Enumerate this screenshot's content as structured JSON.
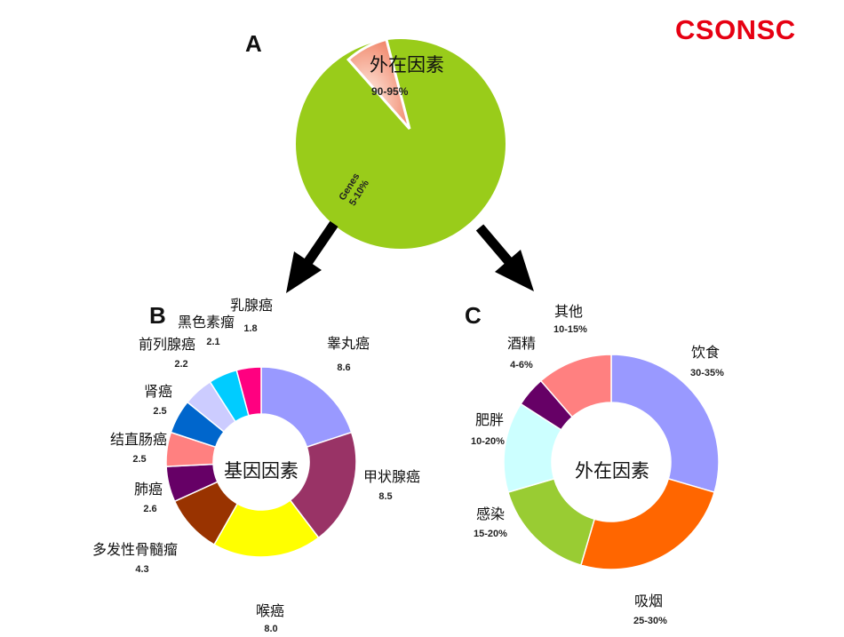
{
  "brand": "CSONSC",
  "colors": {
    "brand": "#e60012"
  },
  "chart_data": [
    {
      "panel": "A",
      "type": "pie",
      "slices": [
        {
          "label": "外在因素",
          "value_label": "90-95%",
          "value": 92.5,
          "color": "#99cc1a"
        },
        {
          "label": "Genes",
          "value_label": "5-10%",
          "value": 7.5,
          "color": "#f07c58"
        }
      ]
    },
    {
      "panel": "B",
      "type": "pie",
      "center_label": "基因因素",
      "slices": [
        {
          "label": "睾丸癌",
          "value": 8.6,
          "value_label": "8.6",
          "color": "#9999ff"
        },
        {
          "label": "甲状腺癌",
          "value": 8.5,
          "value_label": "8.5",
          "color": "#993366"
        },
        {
          "label": "喉癌",
          "value": 8.0,
          "value_label": "8.0",
          "color": "#ffff00"
        },
        {
          "label": "多发性骨髓瘤",
          "value": 4.3,
          "value_label": "4.3",
          "color": "#993300"
        },
        {
          "label": "肺癌",
          "value": 2.6,
          "value_label": "2.6",
          "color": "#660066"
        },
        {
          "label": "结直肠癌",
          "value": 2.5,
          "value_label": "2.5",
          "color": "#ff8080"
        },
        {
          "label": "肾癌",
          "value": 2.5,
          "value_label": "2.5",
          "color": "#0066cc"
        },
        {
          "label": "前列腺癌",
          "value": 2.2,
          "value_label": "2.2",
          "color": "#ccccff"
        },
        {
          "label": "黑色素瘤",
          "value": 2.1,
          "value_label": "2.1",
          "color": "#00ccff"
        },
        {
          "label": "乳腺癌",
          "value": 1.8,
          "value_label": "1.8",
          "color": "#ff0080"
        }
      ]
    },
    {
      "panel": "C",
      "type": "pie",
      "center_label": "外在因素",
      "slices": [
        {
          "label": "饮食",
          "value_label": "30-35%",
          "value": 32.5,
          "color": "#9999ff"
        },
        {
          "label": "吸烟",
          "value_label": "25-30%",
          "value": 27.5,
          "color": "#ff6600"
        },
        {
          "label": "感染",
          "value_label": "15-20%",
          "value": 17.5,
          "color": "#99cc33"
        },
        {
          "label": "肥胖",
          "value_label": "10-20%",
          "value": 15,
          "color": "#ccffff"
        },
        {
          "label": "酒精",
          "value_label": "4-6%",
          "value": 5,
          "color": "#660066"
        },
        {
          "label": "其他",
          "value_label": "10-15%",
          "value": 12.5,
          "color": "#ff8080"
        }
      ]
    }
  ]
}
